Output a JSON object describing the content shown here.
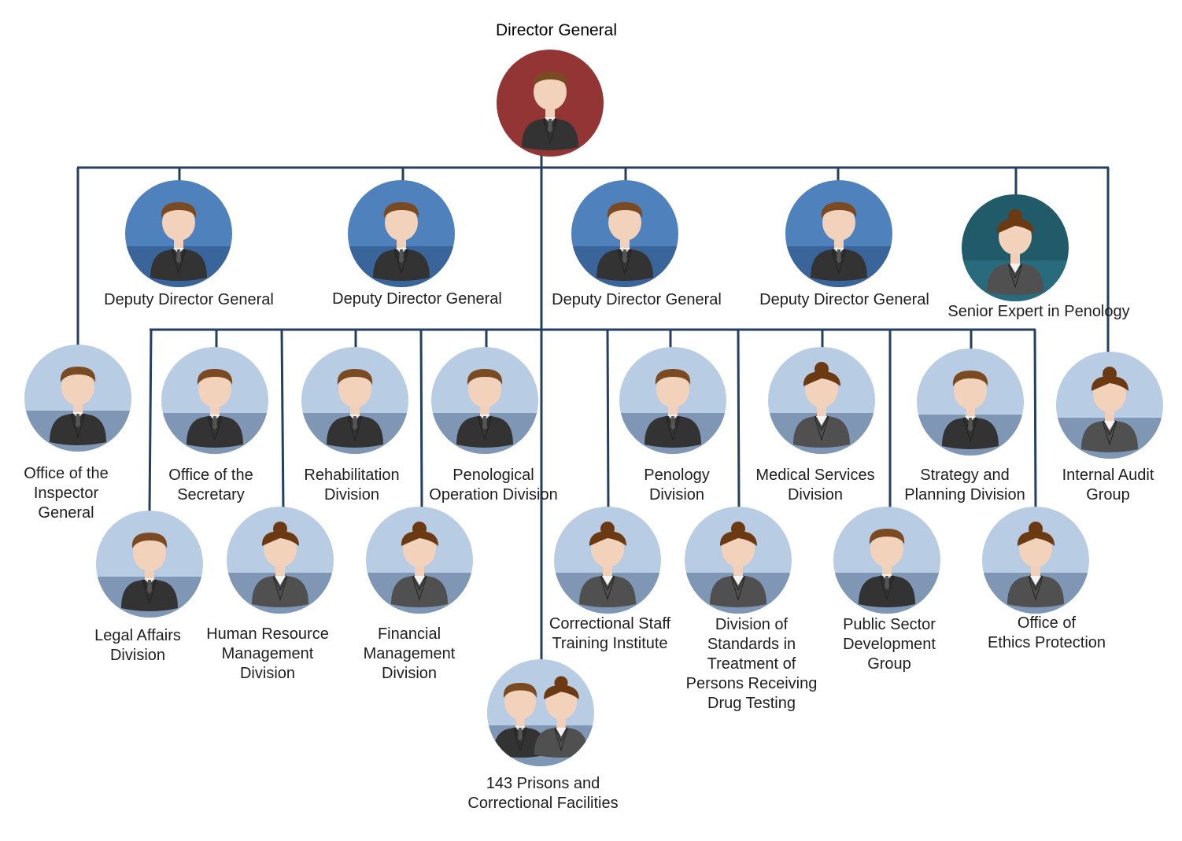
{
  "colors": {
    "line": "#243f60",
    "director": "#943535",
    "deputy": "#4f81bd",
    "deputy_band": "#3a659a",
    "expert": "#215a69",
    "expert_band": "#276b7c",
    "unit": "#b8cce4",
    "unit_band": "#7f96b5"
  },
  "director": {
    "label": "Director General",
    "icon": "male-avatar-icon"
  },
  "deputies": [
    {
      "label": "Deputy Director General",
      "icon": "male-avatar-icon"
    },
    {
      "label": "Deputy Director General",
      "icon": "male-avatar-icon"
    },
    {
      "label": "Deputy Director General",
      "icon": "male-avatar-icon"
    },
    {
      "label": "Deputy Director General",
      "icon": "male-avatar-icon"
    }
  ],
  "senior_expert": {
    "label": "Senior Expert in Penology",
    "icon": "female-avatar-icon"
  },
  "units": [
    {
      "label": "Office of the\nInspector\nGeneral",
      "icon": "male-avatar-icon"
    },
    {
      "label": "Office of the\nSecretary",
      "icon": "male-avatar-icon"
    },
    {
      "label": "Rehabilitation\nDivision",
      "icon": "male-avatar-icon"
    },
    {
      "label": "Penological\nOperation Division",
      "icon": "male-avatar-icon"
    },
    {
      "label": "Penology\nDivision",
      "icon": "male-avatar-icon"
    },
    {
      "label": "Medical Services\nDivision",
      "icon": "female-avatar-icon"
    },
    {
      "label": "Strategy and\nPlanning Division",
      "icon": "male-avatar-icon"
    },
    {
      "label": "Internal Audit\nGroup",
      "icon": "female-avatar-icon"
    },
    {
      "label": "Legal Affairs\nDivision",
      "icon": "male-avatar-icon"
    },
    {
      "label": "Human Resource\nManagement\nDivision",
      "icon": "female-avatar-icon"
    },
    {
      "label": "Financial\nManagement\nDivision",
      "icon": "female-avatar-icon"
    },
    {
      "label": "Correctional Staff\nTraining Institute",
      "icon": "female-avatar-icon"
    },
    {
      "label": "Division of\nStandards in\nTreatment of\nPersons Receiving\nDrug Testing",
      "icon": "female-avatar-icon"
    },
    {
      "label": "Public Sector\nDevelopment\nGroup",
      "icon": "male-avatar-icon"
    },
    {
      "label": "Office of\nEthics Protection",
      "icon": "female-avatar-icon"
    },
    {
      "label": "143 Prisons and\nCorrectional Facilities",
      "icon": "group-avatar-icon"
    }
  ]
}
